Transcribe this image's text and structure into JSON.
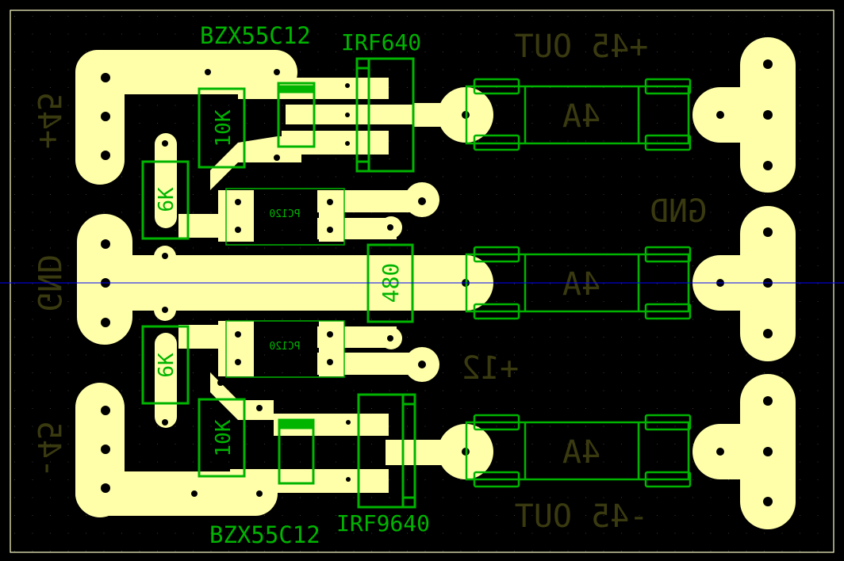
{
  "view": {
    "type": "PCB layout (top view)",
    "colors": {
      "background": "#000000",
      "copper": "#ffffaa",
      "silkscreen_component": "#00b400",
      "silkscreen_board_text": "#3a3a10",
      "board_outline": "#ffffcc",
      "cursor_line": "#0000ff",
      "grid_dot": "#3a3a3a"
    }
  },
  "board_labels": {
    "plus45_in": "+45",
    "gnd_in": "GND",
    "minus45_in": "-45",
    "plus45_out": "+45 OUT",
    "gnd_out": "GND",
    "minus45_out": "-45 OUT",
    "plus12": "+12"
  },
  "components": {
    "zener_top": "BZX55C12",
    "zener_bottom": "BZX55C12",
    "mosfet_top": "IRF640",
    "mosfet_bottom": "IRF9640",
    "resistor_10k_top": "10K",
    "resistor_10k_bottom": "10K",
    "resistor_6k_top": "6K",
    "resistor_6k_bottom": "6K",
    "optocoupler_top": "PC120",
    "optocoupler_bottom": "PC120",
    "resistor_480": "480",
    "fuse_top": "4A",
    "fuse_mid": "4A",
    "fuse_bottom": "4A"
  }
}
